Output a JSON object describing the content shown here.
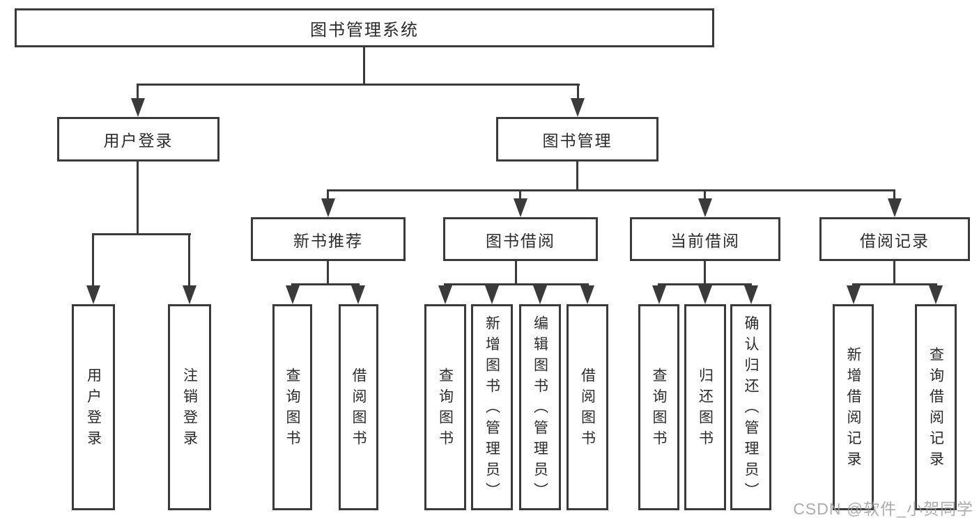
{
  "diagram_title": "图书管理系统",
  "watermark": "CSDN @软件_小贺同学",
  "colors": {
    "line": "#3a3a3a",
    "text": "#2b2b2b",
    "background": "#ffffff",
    "watermark": "#9e9e9e"
  },
  "tree": {
    "label": "图书管理系统",
    "children": [
      {
        "label": "用户登录",
        "children": [
          {
            "label": "用户登录"
          },
          {
            "label": "注销登录"
          }
        ]
      },
      {
        "label": "图书管理",
        "children": [
          {
            "label": "新书推荐",
            "children": [
              {
                "label": "查询图书"
              },
              {
                "label": "借阅图书"
              }
            ]
          },
          {
            "label": "图书借阅",
            "children": [
              {
                "label": "查询图书"
              },
              {
                "label": "新增图书（管理员）"
              },
              {
                "label": "编辑图书（管理员）"
              },
              {
                "label": "借阅图书"
              }
            ]
          },
          {
            "label": "当前借阅",
            "children": [
              {
                "label": "查询图书"
              },
              {
                "label": "归还图书"
              },
              {
                "label": "确认归还（管理员）"
              }
            ]
          },
          {
            "label": "借阅记录",
            "children": [
              {
                "label": "新增借阅记录"
              },
              {
                "label": "查询借阅记录"
              }
            ]
          }
        ]
      }
    ]
  }
}
